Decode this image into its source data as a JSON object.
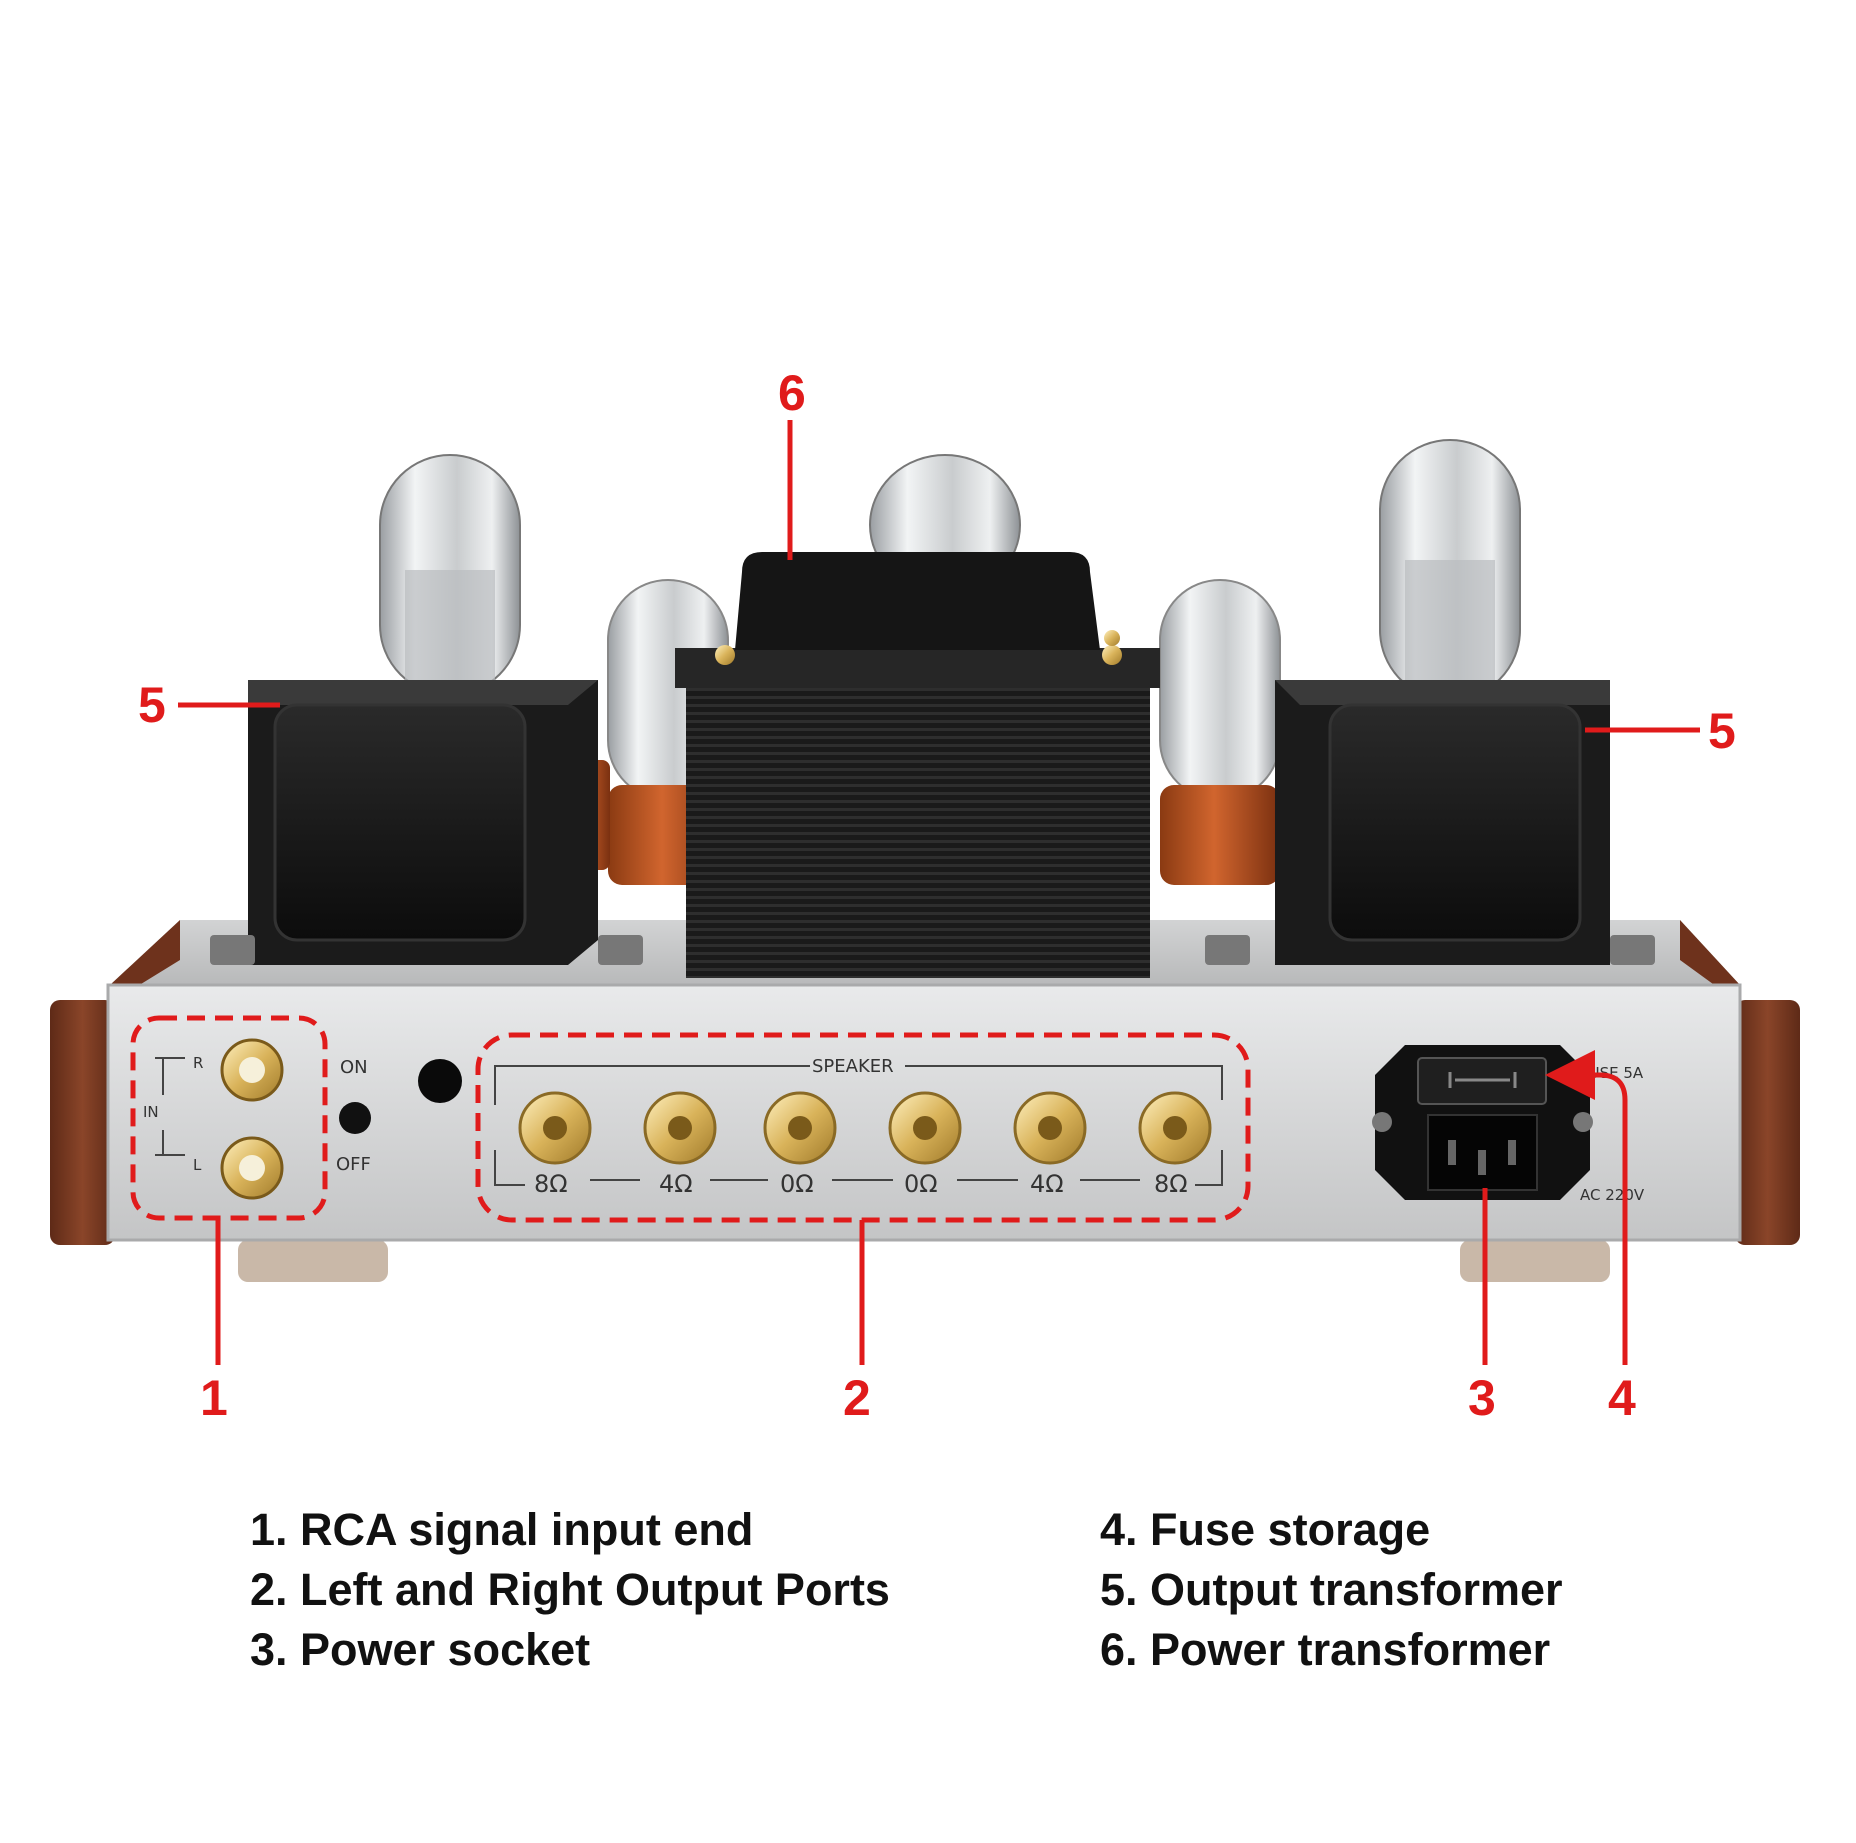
{
  "callouts": {
    "c1": "1",
    "c2": "2",
    "c3": "3",
    "c4": "4",
    "c5_left": "5",
    "c5_right": "5",
    "c6": "6"
  },
  "panel": {
    "in_label": "IN",
    "r_label": "R",
    "l_label": "L",
    "on_label": "ON",
    "off_label": "OFF",
    "speaker_label": "SPEAKER",
    "ohm_1": "8Ω",
    "ohm_2": "4Ω",
    "ohm_3": "0Ω",
    "ohm_4": "0Ω",
    "ohm_5": "4Ω",
    "ohm_6": "8Ω",
    "fuse_label": "FUSE  5A",
    "ac_label": "AC 220V"
  },
  "legend": {
    "left": [
      "1. RCA signal input end",
      "2. Left and Right Output Ports",
      "3. Power socket"
    ],
    "right": [
      "4. Fuse storage",
      "5. Output transformer",
      "6. Power transformer"
    ]
  },
  "colors": {
    "callout_red": "#e01b1b",
    "chassis_silver": "#d9dadb",
    "wood": "#7a3b22",
    "transformer_black": "#141414"
  }
}
